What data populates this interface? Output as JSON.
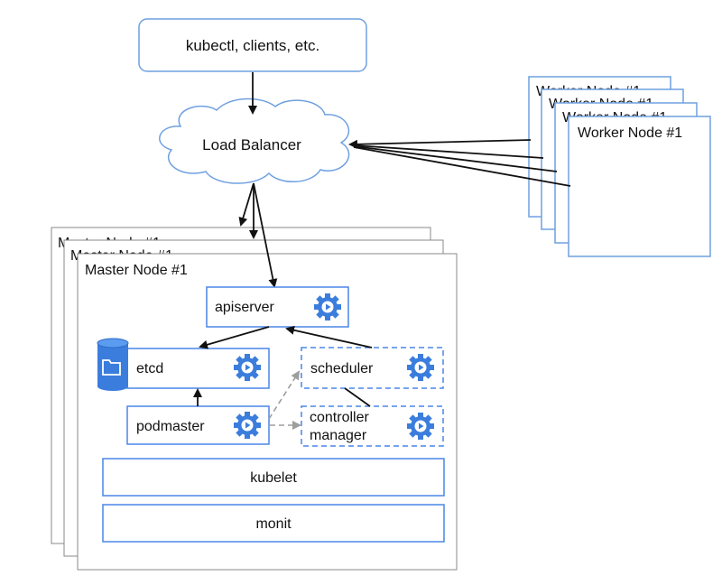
{
  "clients": {
    "label": "kubectl, clients, etc."
  },
  "load_balancer": {
    "label": "Load Balancer"
  },
  "worker_nodes": {
    "title": "Worker Node #1",
    "stack_count": 4
  },
  "master_nodes": {
    "title": "Master Node #1",
    "stack_count": 3
  },
  "components": {
    "apiserver": "apiserver",
    "etcd": "etcd",
    "scheduler": "scheduler",
    "podmaster": "podmaster",
    "controller_manager_line1": "controller",
    "controller_manager_line2": "manager",
    "kubelet": "kubelet",
    "monit": "monit"
  },
  "colors": {
    "accent": "#4a86e8",
    "gear": "#3b7ddd",
    "border_light": "#6fa0e0",
    "arrow": "#111111",
    "arrow_dashed": "#9e9e9e"
  }
}
